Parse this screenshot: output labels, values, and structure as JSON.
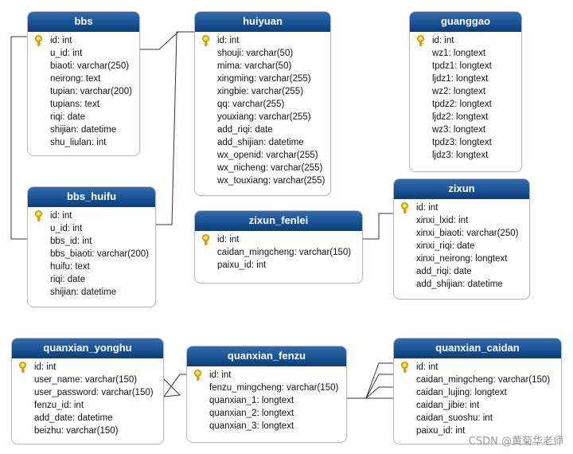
{
  "diagram": {
    "tables": [
      {
        "id": "bbs",
        "name": "bbs",
        "fields": [
          "id: int",
          "u_id: int",
          "biaoti: varchar(250)",
          "neirong: text",
          "tupian: varchar(200)",
          "tupians: text",
          "riqi: date",
          "shijian: datetime",
          "shu_liulan: int"
        ],
        "key_fields": [
          0
        ]
      },
      {
        "id": "huiyuan",
        "name": "huiyuan",
        "fields": [
          "id: int",
          "shouji: varchar(50)",
          "mima: varchar(50)",
          "xingming: varchar(255)",
          "xingbie: varchar(255)",
          "qq: varchar(255)",
          "youxiang: varchar(255)",
          "add_riqi: date",
          "add_shijian: datetime",
          "wx_openid: varchar(255)",
          "wx_nicheng: varchar(255)",
          "wx_touxiang: varchar(255)"
        ],
        "key_fields": [
          0
        ]
      },
      {
        "id": "guanggao",
        "name": "guanggao",
        "fields": [
          "id: int",
          "wz1: longtext",
          "tpdz1: longtext",
          "ljdz1: longtext",
          "wz2: longtext",
          "tpdz2: longtext",
          "ljdz2: longtext",
          "wz3: longtext",
          "tpdz3: longtext",
          "ljdz3: longtext"
        ],
        "key_fields": [
          0
        ]
      },
      {
        "id": "bbs_huifu",
        "name": "bbs_huifu",
        "fields": [
          "id: int",
          "u_id: int",
          "bbs_id: int",
          "bbs_biaoti: varchar(200)",
          "huifu: text",
          "riqi: date",
          "shijian: datetime"
        ],
        "key_fields": [
          0
        ]
      },
      {
        "id": "zixun_fenlei",
        "name": "zixun_fenlei",
        "fields": [
          "id: int",
          "caidan_mingcheng: varchar(150)",
          "paixu_id: int"
        ],
        "key_fields": [
          0
        ]
      },
      {
        "id": "zixun",
        "name": "zixun",
        "fields": [
          "id: int",
          "xinxi_lxid: int",
          "xinxi_biaoti: varchar(250)",
          "xinxi_riqi: date",
          "xinxi_neirong: longtext",
          "add_riqi: date",
          "add_shijian: datetime"
        ],
        "key_fields": [
          0
        ]
      },
      {
        "id": "quanxian_yonghu",
        "name": "quanxian_yonghu",
        "fields": [
          "id: int",
          "user_name: varchar(150)",
          "user_password: varchar(150)",
          "fenzu_id: int",
          "add_date: datetime",
          "beizhu: varchar(150)"
        ],
        "key_fields": [
          0
        ]
      },
      {
        "id": "quanxian_fenzu",
        "name": "quanxian_fenzu",
        "fields": [
          "id: int",
          "fenzu_mingcheng: varchar(150)",
          "quanxian_1: longtext",
          "quanxian_2: longtext",
          "quanxian_3: longtext"
        ],
        "key_fields": [
          0
        ]
      },
      {
        "id": "quanxian_caidan",
        "name": "quanxian_caidan",
        "fields": [
          "id: int",
          "caidan_mingcheng: varchar(150)",
          "caidan_lujing: longtext",
          "caidan_jibie: int",
          "caidan_suoshu: int",
          "paixu_id: int"
        ],
        "key_fields": [
          0
        ]
      }
    ],
    "relationships": [
      {
        "from": "bbs",
        "to": "huiyuan"
      },
      {
        "from": "bbs_huifu",
        "to": "bbs"
      },
      {
        "from": "bbs_huifu",
        "to": "huiyuan"
      },
      {
        "from": "zixun_fenlei",
        "to": "zixun"
      },
      {
        "from": "quanxian_yonghu",
        "to": "quanxian_fenzu"
      },
      {
        "from": "quanxian_fenzu",
        "to": "quanxian_caidan"
      }
    ]
  },
  "watermark": "CSDN @黄菊华老师",
  "colors": {
    "header_top": "#2f6db0",
    "header_bottom": "#0b3f7e",
    "key": "#e8b400",
    "line": "#333333"
  }
}
